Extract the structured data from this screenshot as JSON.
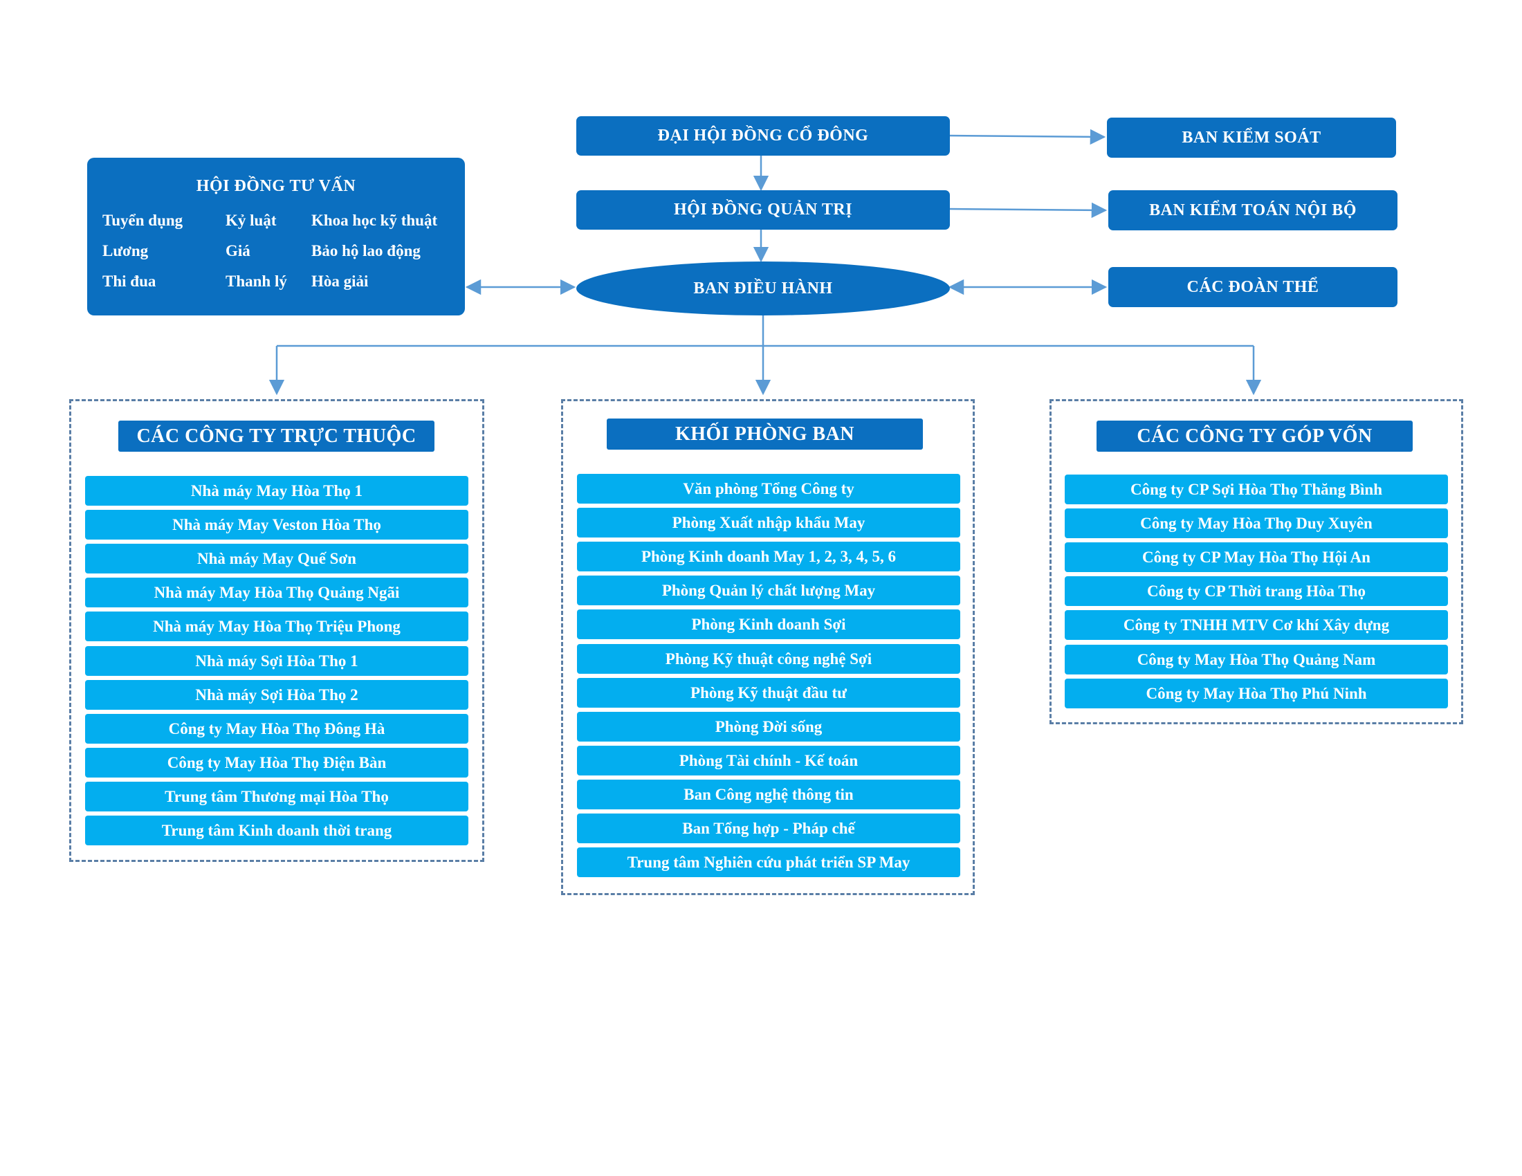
{
  "top": {
    "dai_hoi": "ĐẠI HỘI ĐỒNG CỔ ĐÔNG",
    "hoi_dong_quan_tri": "HỘI ĐỒNG QUẢN TRỊ",
    "ban_dieu_hanh": "BAN ĐIỀU HÀNH",
    "ban_kiem_soat": "BAN KIỂM SOÁT",
    "ban_kiem_toan": "BAN KIỂM TOÁN NỘI BỘ",
    "cac_doan_the": "CÁC ĐOÀN THỂ"
  },
  "advisory": {
    "title": "HỘI ĐỒNG TƯ VẤN",
    "col1": [
      "Tuyển dụng",
      "Lương",
      "Thi đua"
    ],
    "col2": [
      "Kỷ luật",
      "Giá",
      "Thanh lý"
    ],
    "col3": [
      "Khoa học kỹ thuật",
      "Bảo hộ lao động",
      "Hòa giải"
    ]
  },
  "subsidiaries": {
    "title": "CÁC CÔNG TY TRỰC THUỘC",
    "items": [
      "Nhà máy May Hòa Thọ 1",
      "Nhà máy May Veston Hòa Thọ",
      "Nhà máy May Quế Sơn",
      "Nhà máy May Hòa Thọ Quảng Ngãi",
      "Nhà máy May Hòa Thọ Triệu Phong",
      "Nhà máy Sợi Hòa Thọ 1",
      "Nhà máy Sợi Hòa Thọ 2",
      "Công ty May Hòa Thọ Đông Hà",
      "Công ty May Hòa Thọ Điện Bàn",
      "Trung tâm Thương mại Hòa Thọ",
      "Trung tâm Kinh doanh thời trang"
    ]
  },
  "departments": {
    "title": "KHỐI PHÒNG BAN",
    "items": [
      "Văn phòng Tổng Công ty",
      "Phòng Xuất nhập khẩu May",
      "Phòng Kinh doanh May 1, 2, 3, 4, 5, 6",
      "Phòng Quản lý chất lượng May",
      "Phòng Kinh doanh Sợi",
      "Phòng Kỹ thuật công nghệ Sợi",
      "Phòng Kỹ thuật đầu tư",
      "Phòng Đời sống",
      "Phòng Tài chính - Kế toán",
      "Ban Công nghệ thông tin",
      "Ban Tổng hợp - Pháp chế",
      "Trung tâm Nghiên cứu phát triển SP May"
    ]
  },
  "affiliates": {
    "title": "CÁC CÔNG TY GÓP VỐN",
    "items": [
      "Công ty CP Sợi Hòa Thọ Thăng Bình",
      "Công ty May Hòa Thọ Duy Xuyên",
      "Công ty CP May Hòa Thọ Hội An",
      "Công ty CP Thời trang Hòa Thọ",
      "Công ty TNHH MTV Cơ khí Xây dựng",
      "Công ty May Hòa Thọ Quảng Nam",
      "Công ty May Hòa Thọ Phú Ninh"
    ]
  },
  "colors": {
    "dark_blue": "#0b6fc0",
    "light_blue": "#03aeef",
    "connector": "#5b9bd5",
    "dashed_border": "#5a7ea6"
  }
}
